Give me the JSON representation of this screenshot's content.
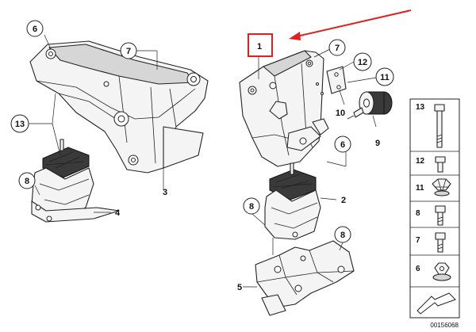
{
  "callouts": {
    "c6a": "6",
    "c7a": "7",
    "c13a": "13",
    "c3": "3",
    "c8a": "8",
    "c4": "4",
    "c1": "1",
    "c7b": "7",
    "c12a": "12",
    "c11a": "11",
    "c10": "10",
    "c9": "9",
    "c6b": "6",
    "c2": "2",
    "c8b": "8",
    "c8c": "8",
    "c5": "5"
  },
  "legend": {
    "items": [
      "13",
      "12",
      "11",
      "8",
      "7",
      "6"
    ]
  },
  "catalog_number": "00156068",
  "colors": {
    "highlight": "#e02020",
    "line": "#222222"
  }
}
